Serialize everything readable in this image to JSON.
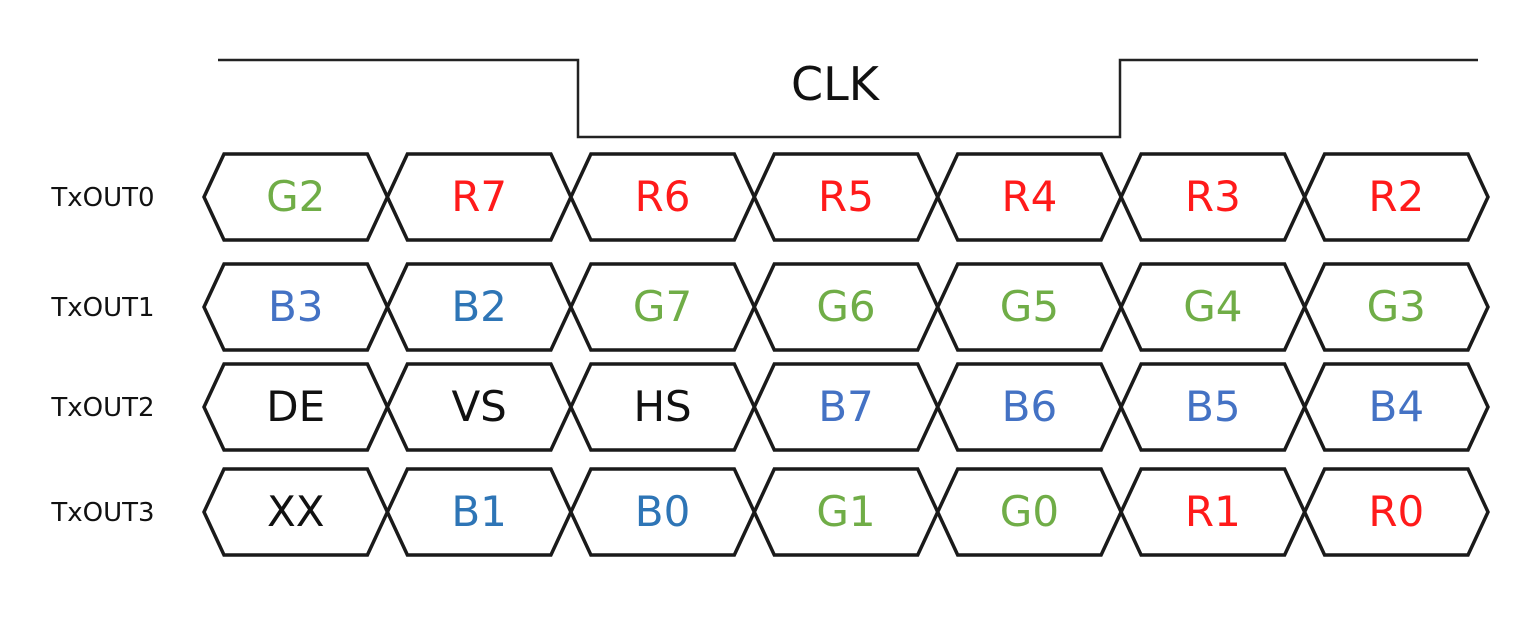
{
  "clock": {
    "label": "CLK"
  },
  "colors": {
    "red": "#ff1a1a",
    "green": "#70ad47",
    "blue": "#4472c4",
    "blue_dark": "#2e75b6",
    "black": "#111111",
    "outline": "#1a1a1a"
  },
  "rows": [
    {
      "label": "TxOUT0",
      "bits": [
        {
          "text": "G2",
          "color": "green"
        },
        {
          "text": "R7",
          "color": "red"
        },
        {
          "text": "R6",
          "color": "red"
        },
        {
          "text": "R5",
          "color": "red"
        },
        {
          "text": "R4",
          "color": "red"
        },
        {
          "text": "R3",
          "color": "red"
        },
        {
          "text": "R2",
          "color": "red"
        }
      ]
    },
    {
      "label": "TxOUT1",
      "bits": [
        {
          "text": "B3",
          "color": "blue"
        },
        {
          "text": "B2",
          "color": "blue_dark"
        },
        {
          "text": "G7",
          "color": "green"
        },
        {
          "text": "G6",
          "color": "green"
        },
        {
          "text": "G5",
          "color": "green"
        },
        {
          "text": "G4",
          "color": "green"
        },
        {
          "text": "G3",
          "color": "green"
        }
      ]
    },
    {
      "label": "TxOUT2",
      "bits": [
        {
          "text": "DE",
          "color": "black"
        },
        {
          "text": "VS",
          "color": "black"
        },
        {
          "text": "HS",
          "color": "black"
        },
        {
          "text": "B7",
          "color": "blue"
        },
        {
          "text": "B6",
          "color": "blue"
        },
        {
          "text": "B5",
          "color": "blue"
        },
        {
          "text": "B4",
          "color": "blue"
        }
      ]
    },
    {
      "label": "TxOUT3",
      "bits": [
        {
          "text": "XX",
          "color": "black"
        },
        {
          "text": "B1",
          "color": "blue_dark"
        },
        {
          "text": "B0",
          "color": "blue_dark"
        },
        {
          "text": "G1",
          "color": "green"
        },
        {
          "text": "G0",
          "color": "green"
        },
        {
          "text": "R1",
          "color": "red"
        },
        {
          "text": "R0",
          "color": "red"
        }
      ]
    }
  ]
}
